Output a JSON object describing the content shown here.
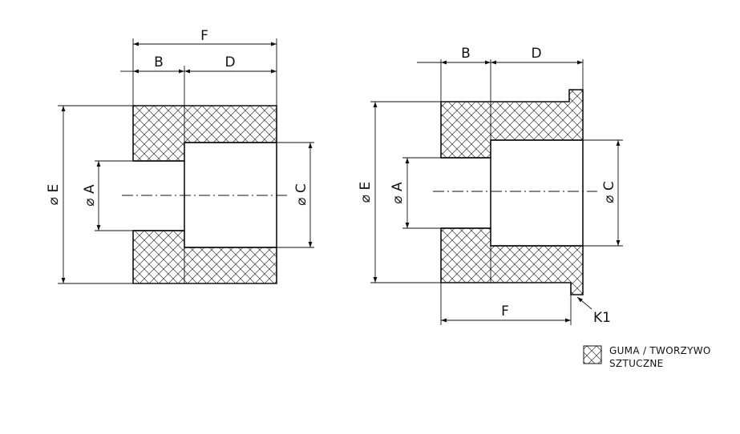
{
  "labels": {
    "F": "F",
    "B": "B",
    "D": "D",
    "E": "E",
    "A": "A",
    "C": "C",
    "K1": "K1",
    "diameter_symbol": "⌀"
  },
  "legend": {
    "line1": "GUMA / TWORZYWO",
    "line2": "SZTUCZNE"
  }
}
